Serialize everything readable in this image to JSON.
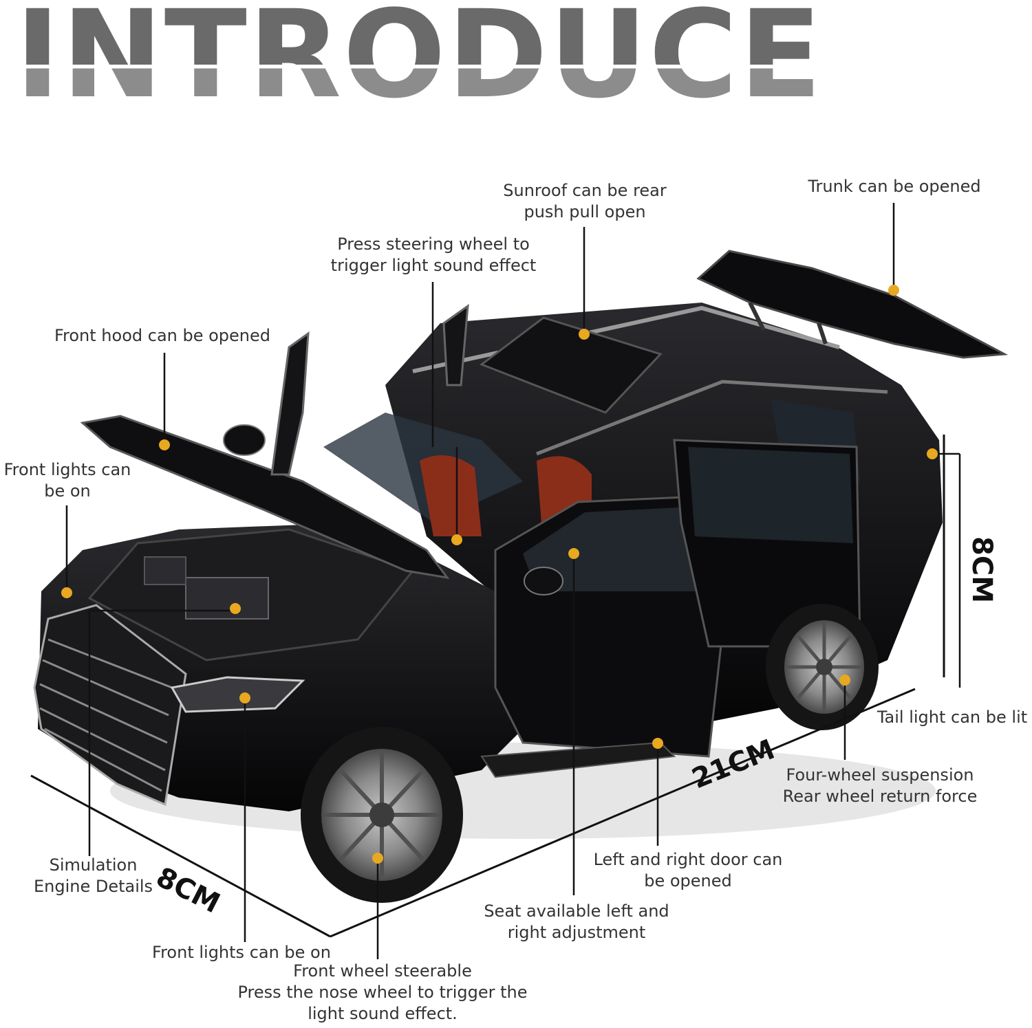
{
  "title": "INTRODUCE",
  "labels": {
    "sunroof": [
      "Sunroof can be rear",
      "push pull open"
    ],
    "trunk": [
      "Trunk can be opened"
    ],
    "steering": [
      "Press steering wheel to",
      "trigger light sound effect"
    ],
    "hood": [
      "Front hood can be opened"
    ],
    "front_lights_top": [
      "Front lights can",
      "be on"
    ],
    "tail_light": [
      "Tail light can be lit"
    ],
    "suspension": [
      "Four-wheel suspension",
      "Rear wheel return force"
    ],
    "doors": [
      "Left and right door can",
      "be opened"
    ],
    "engine": [
      "Simulation",
      "Engine Details"
    ],
    "seat": [
      "Seat available left and",
      "right adjustment"
    ],
    "front_lights_bottom": [
      "Front lights can be on"
    ],
    "front_wheel": [
      "Front wheel steerable",
      "Press the nose wheel to trigger the",
      "light sound effect."
    ]
  },
  "dimensions": {
    "height": "8CM",
    "length": "21CM",
    "width": "8CM"
  },
  "colors": {
    "callout_dot": "#e8a820",
    "car_body": "#0d0d0f",
    "seat": "#8a2e1a"
  }
}
